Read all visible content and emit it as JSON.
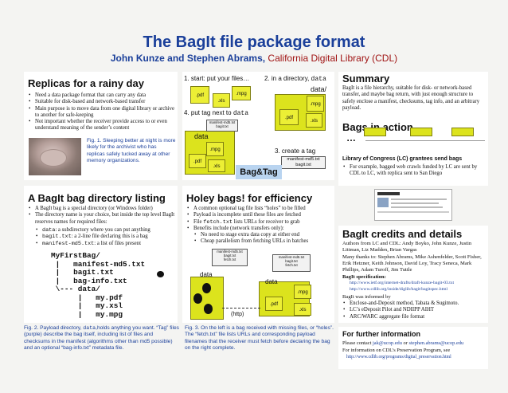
{
  "header": {
    "title": "The BagIt file package format",
    "authors": "John Kunze and Stephen Abrams,",
    "affiliation": " California Digital Library (CDL)"
  },
  "replicas": {
    "heading": "Replicas for a rainy day",
    "bullets": [
      "Need a data package format that can carry any data",
      "Suitable for disk-based and network-based transfer",
      "Main purpose is to move data from one digital library or archive to another for safe-keeping",
      "Not important whether the receiver provide access to or even understand meaning of the sender’s content"
    ],
    "fig1_caption": "Fig. 1. Sleeping better at night is more likely for the archivist who has replicas safely tucked away at other memory organizations."
  },
  "steps": {
    "step1": "1. start: put your files…",
    "step2": "2. in a directory, ",
    "step2_code": "data",
    "step3": "3. create a tag",
    "step4": "4. put tag next to ",
    "step4_code": "data",
    "folder_label": "data/",
    "data_label": "data",
    "files": {
      "pdf": ".pdf",
      "mpg": ".mpg",
      "xls": ".xls"
    },
    "manifest": "manifest-md5.txt",
    "bagit": "bagit.txt",
    "bag_and_tag": "Bag&Tag"
  },
  "summary": {
    "heading": "Summary",
    "text": "BagIt is a file hierarchy, suitable for disk- or network-based transfer, and maybe bag return, with just enough structure to safely enclose a manifest, checksums, tag info, and an arbitrary payload."
  },
  "bags_in_action": {
    "heading": "Bags in action",
    "ellipsis": "…",
    "loc_heading": "Library of Congress (LC) grantees send bags",
    "bullets": [
      "For example, bagged web crawls funded by LC are sent by CDL to LC, with replica sent to San Diego"
    ]
  },
  "listing": {
    "heading": "A BagIt bag directory listing",
    "bullets": [
      "A BagIt bag is a special directory (or Windows folder)",
      "The directory name is your choice, but inside the top level BagIt reserves names for required files:"
    ],
    "sub_bullets": [
      {
        "code": "data",
        "text": ": a subdirectory where you can put anything"
      },
      {
        "code": "bagit.txt",
        "text": ": a 2-line file declaring this is a bag"
      },
      {
        "code": "manifest-md5.txt",
        "text": ": a list of files present"
      }
    ],
    "tree": {
      "root": "MyFirstBag/",
      "manifest": "manifest-md5.txt",
      "bagit": "bagit.txt",
      "baginfo": "bag-info.txt",
      "data": "data/",
      "pdf": "my.pdf",
      "xsl": "my.xsl",
      "mpg": "my.mpg"
    },
    "fig2_caption_before": "Fig. 2. Payload directory, ",
    "fig2_code": "data",
    "fig2_caption_after": ",holds anything you want. “Tag” files (purple) describe the bag itself, including list of files and checksums in the manifest (algorithms other than md5 possible) and an optional “bag-info.txt” metadata file."
  },
  "holey": {
    "heading": "Holey bags! for efficiency",
    "bullets": [
      "A common optional tag file lists “holes” to be filled",
      "Payload is incomplete until these files are fetched",
      "Benefits include (network transfers only):"
    ],
    "fetch_bullet": {
      "before": "File ",
      "code": "fetch.txt",
      "after": " lists URLs for receiver to grab"
    },
    "sub_bullets": [
      "No need to stage extra data copy at either end",
      "Cheap parallelism from fetching URLs in batches"
    ],
    "fetch": "fetch.txt",
    "http": "(http)",
    "fig3_caption": "Fig. 3. On the left is a bag received with missing files, or “holes”. The “fetch.txt” file lists URLs and corresponding payload filenames that the receiver must fetch before declaring the bag on the right complete."
  },
  "credits": {
    "heading": "BagIt credits and details",
    "authors": "Authors from LC and CDL: Andy Boyko, John Kunze, Justin Littman, Liz Madden, Brian Vargas",
    "thanks": "Many thanks to: Stephen Abrams, Mike Ashenfelder, Scott Fisher, Erik Hetzner, Keith Johnson, David Loy, Tracy Seneca, Mark Phillips, Adam Turoff, Jim Tuttle",
    "spec_label": "BagIt specification:",
    "spec_urls": [
      "http://www.ietf.org/internet-drafts/draft-kunze-bagit-03.txt",
      "http://www.cdlib.org/inside/diglib/bagit/bagitspec.html"
    ],
    "influenced": "BagIt was informed by",
    "bullets": [
      "Enclose-and-Deposit method, Tabata & Sugimoto.",
      "LC’s eDeposit Pilot and NDIIPP AIHT",
      "ARC/WARC aggregate file format"
    ]
  },
  "further": {
    "heading": "For further information",
    "contact_before": "Please contact ",
    "email1": "jak@ucop.edu",
    "contact_or": " or ",
    "email2": "stephen.abrams@ucop.edu",
    "program": "For information on CDL’s Preservation Program, see",
    "url": "http://www.cdlib.org/programs/digital_preservation.html"
  },
  "colors": {
    "title": "#1a3f9a",
    "affiliation": "#a01414",
    "file": "#ecef35",
    "folder": "#dce31d",
    "link": "#1a3f9a"
  }
}
